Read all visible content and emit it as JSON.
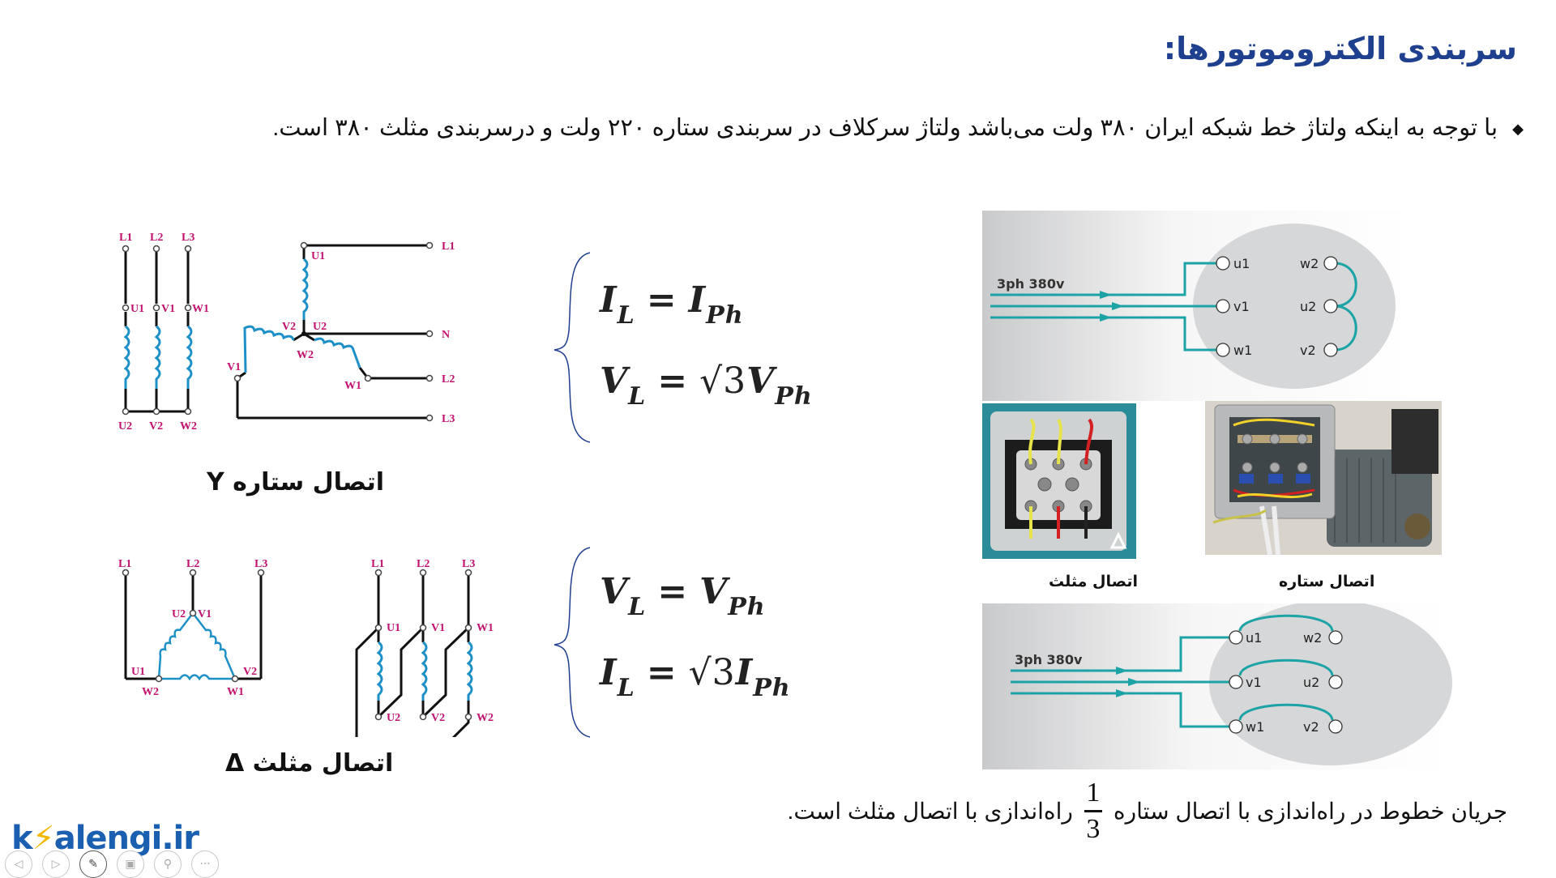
{
  "slide": {
    "title": "سربندی الکتروموتورها:",
    "intro_bullet": "◆",
    "intro_text": "با توجه به اینکه ولتاژ خط شبکه ایران ۳۸۰ ولت می‌باشد ولتاژ سرکلاف در سربندی ستاره ۲۲۰ ولت و درسربندی مثلث ۳۸۰ است."
  },
  "star_section": {
    "caption": "اتصال ستاره Y",
    "left_diagram": {
      "top_labels": [
        "L1",
        "L2",
        "L3"
      ],
      "mid_labels": [
        "U1",
        "V1",
        "W1"
      ],
      "bottom_labels": [
        "U2",
        "V2",
        "W2"
      ]
    },
    "right_diagram": {
      "labels": [
        "U1",
        "V2",
        "U2",
        "W2",
        "V1",
        "W1"
      ],
      "line_labels": [
        "L1",
        "N",
        "L2",
        "L3"
      ]
    },
    "formulas": [
      {
        "lhs": "I",
        "lhs_sub": "L",
        "eq": "=",
        "rhs_prefix": "",
        "rhs": "I",
        "rhs_sub": "Ph"
      },
      {
        "lhs": "V",
        "lhs_sub": "L",
        "eq": "=",
        "rhs_prefix": "√3",
        "rhs": "V",
        "rhs_sub": "Ph"
      }
    ]
  },
  "delta_section": {
    "caption": "اتصال مثلث Δ",
    "left_diagram": {
      "top_labels": [
        "L1",
        "L2",
        "L3"
      ],
      "node_labels": [
        "U2",
        "V1",
        "U1",
        "W2",
        "V2",
        "W1"
      ]
    },
    "right_diagram": {
      "top_labels": [
        "L1",
        "L2",
        "L3"
      ],
      "mid_labels": [
        "U1",
        "V1",
        "W1"
      ],
      "bottom_labels": [
        "U2",
        "V2",
        "W2"
      ]
    },
    "formulas": [
      {
        "lhs": "V",
        "lhs_sub": "L",
        "eq": "=",
        "rhs_prefix": "",
        "rhs": "V",
        "rhs_sub": "Ph"
      },
      {
        "lhs": "I",
        "lhs_sub": "L",
        "eq": "=",
        "rhs_prefix": "√3",
        "rhs": "I",
        "rhs_sub": "Ph"
      }
    ]
  },
  "photos": {
    "star_terminal_diagram": {
      "supply_label": "3ph 380v",
      "terminals_left": [
        "u1",
        "v1",
        "w1"
      ],
      "terminals_right": [
        "w2",
        "u2",
        "v2"
      ]
    },
    "delta_photo_caption": "اتصال مثلث",
    "star_photo_caption": "اتصال ستاره",
    "delta_terminal_diagram": {
      "supply_label": "3ph 380v",
      "terminals_left": [
        "u1",
        "v1",
        "w1"
      ],
      "terminals_right": [
        "w2",
        "u2",
        "v2"
      ]
    }
  },
  "footer_note": {
    "part1": "جریان خطوط در راه‌اندازی با اتصال ستاره",
    "fraction_num": "1",
    "fraction_den": "3",
    "part2": "راه‌اندازی با اتصال مثلث است."
  },
  "branding": {
    "logo_k": "k",
    "logo_rest": "alengi.ir"
  },
  "player_controls": [
    {
      "name": "previous-button",
      "glyph": "◁"
    },
    {
      "name": "next-button",
      "glyph": "▷"
    },
    {
      "name": "pen-button",
      "glyph": "✎"
    },
    {
      "name": "slides-button",
      "glyph": "▣"
    },
    {
      "name": "zoom-button",
      "glyph": "⚲"
    },
    {
      "name": "more-button",
      "glyph": "···"
    }
  ],
  "colors": {
    "title": "#1f3f8f",
    "label_magenta": "#c0126e",
    "coil_blue": "#1e90c8",
    "teal_wire": "#1ba3a6",
    "logo_blue": "#1b5fb0",
    "logo_bolt": "#f2b800"
  }
}
